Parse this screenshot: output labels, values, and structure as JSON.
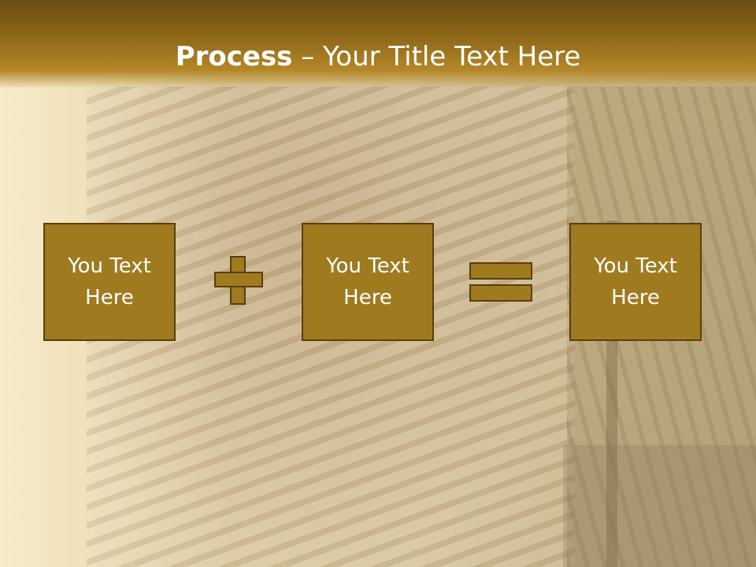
{
  "slide": {
    "title_bold": "Process",
    "title_rest": " – Your Title Text Here",
    "boxes": [
      {
        "line1": "You Text",
        "line2": "Here"
      },
      {
        "line1": "You Text",
        "line2": "Here"
      },
      {
        "line1": "You Text",
        "line2": "Here"
      }
    ]
  },
  "colors": {
    "header_dark": "#6b4d12",
    "header_light": "#b48828",
    "box_fill": "#a07a1f",
    "box_border": "#5a3e0c"
  }
}
